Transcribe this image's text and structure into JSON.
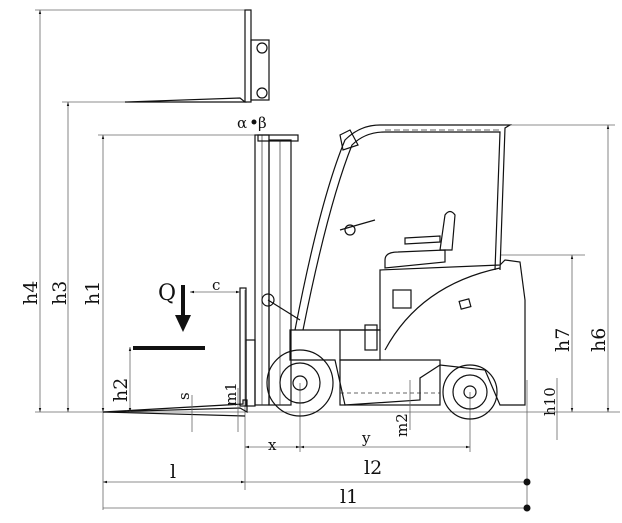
{
  "diagram": {
    "title": "Forklift side-view dimension drawing",
    "labels": {
      "h4": "h4",
      "h3": "h3",
      "h1": "h1",
      "h2": "h2",
      "h6": "h6",
      "h7": "h7",
      "h10": "h10",
      "Q": "Q",
      "c": "c",
      "s": "s",
      "m1": "m1",
      "m2": "m2",
      "x": "x",
      "y": "y",
      "l": "l",
      "l2": "l2",
      "l1": "l1",
      "alpha": "α",
      "beta": "β"
    },
    "colors": {
      "line": "#111111",
      "dimension": "#666666"
    }
  }
}
